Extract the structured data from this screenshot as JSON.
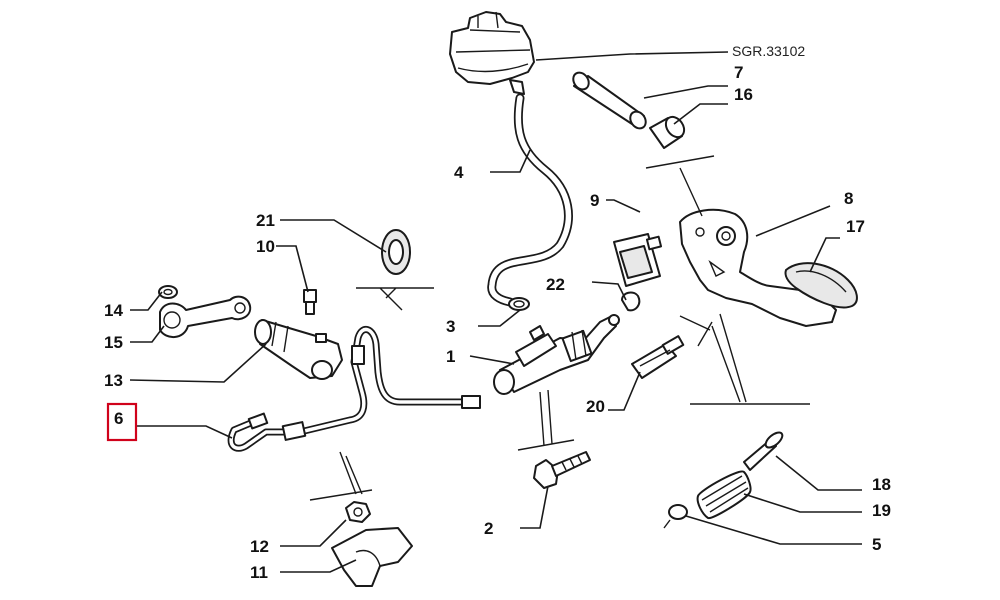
{
  "diagram": {
    "reference": "SGR.33102",
    "callouts": {
      "c1": "1",
      "c2": "2",
      "c3": "3",
      "c4": "4",
      "c5": "5",
      "c6": "6",
      "c7": "7",
      "c8": "8",
      "c9": "9",
      "c10": "10",
      "c11": "11",
      "c12": "12",
      "c13": "13",
      "c14": "14",
      "c15": "15",
      "c16": "16",
      "c17": "17",
      "c18": "18",
      "c19": "19",
      "c20": "20",
      "c21": "21",
      "c22": "22"
    },
    "highlighted_callout": "6",
    "colors": {
      "highlight": "#d0021b",
      "line": "#1a1a1a"
    }
  }
}
